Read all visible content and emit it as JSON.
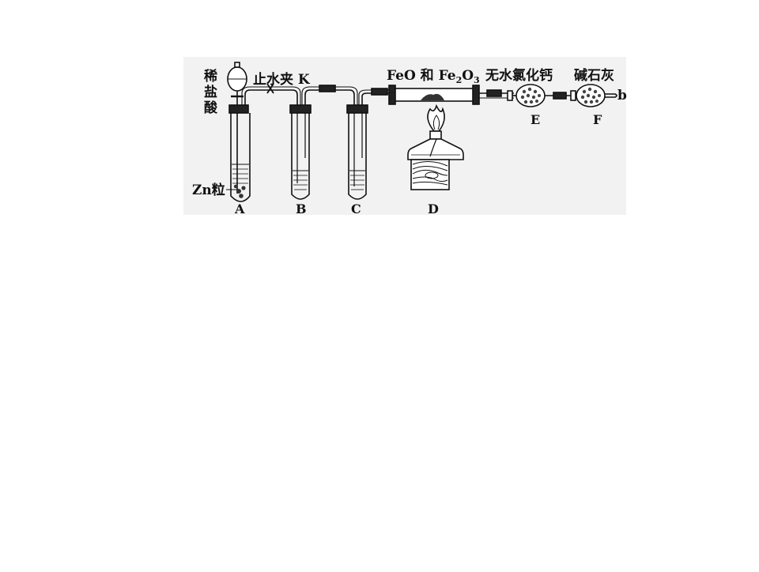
{
  "labels": {
    "acid_line1": "稀",
    "acid_line2": "盐",
    "acid_line3": "酸",
    "clamp": "止水夹 K",
    "zinc": "Zn粒",
    "oxides_a": "FeO 和 Fe",
    "oxides_sub1": "2",
    "oxides_b": "O",
    "oxides_sub2": "3",
    "cacl2": "无水氯化钙",
    "sodalime": "碱石灰",
    "outlet": "b"
  },
  "apparatus": [
    "A",
    "B",
    "C",
    "D",
    "E",
    "F"
  ],
  "colors": {
    "background": "#ffffff",
    "figure_panel": "#f2f2f2",
    "line": "#111111"
  }
}
